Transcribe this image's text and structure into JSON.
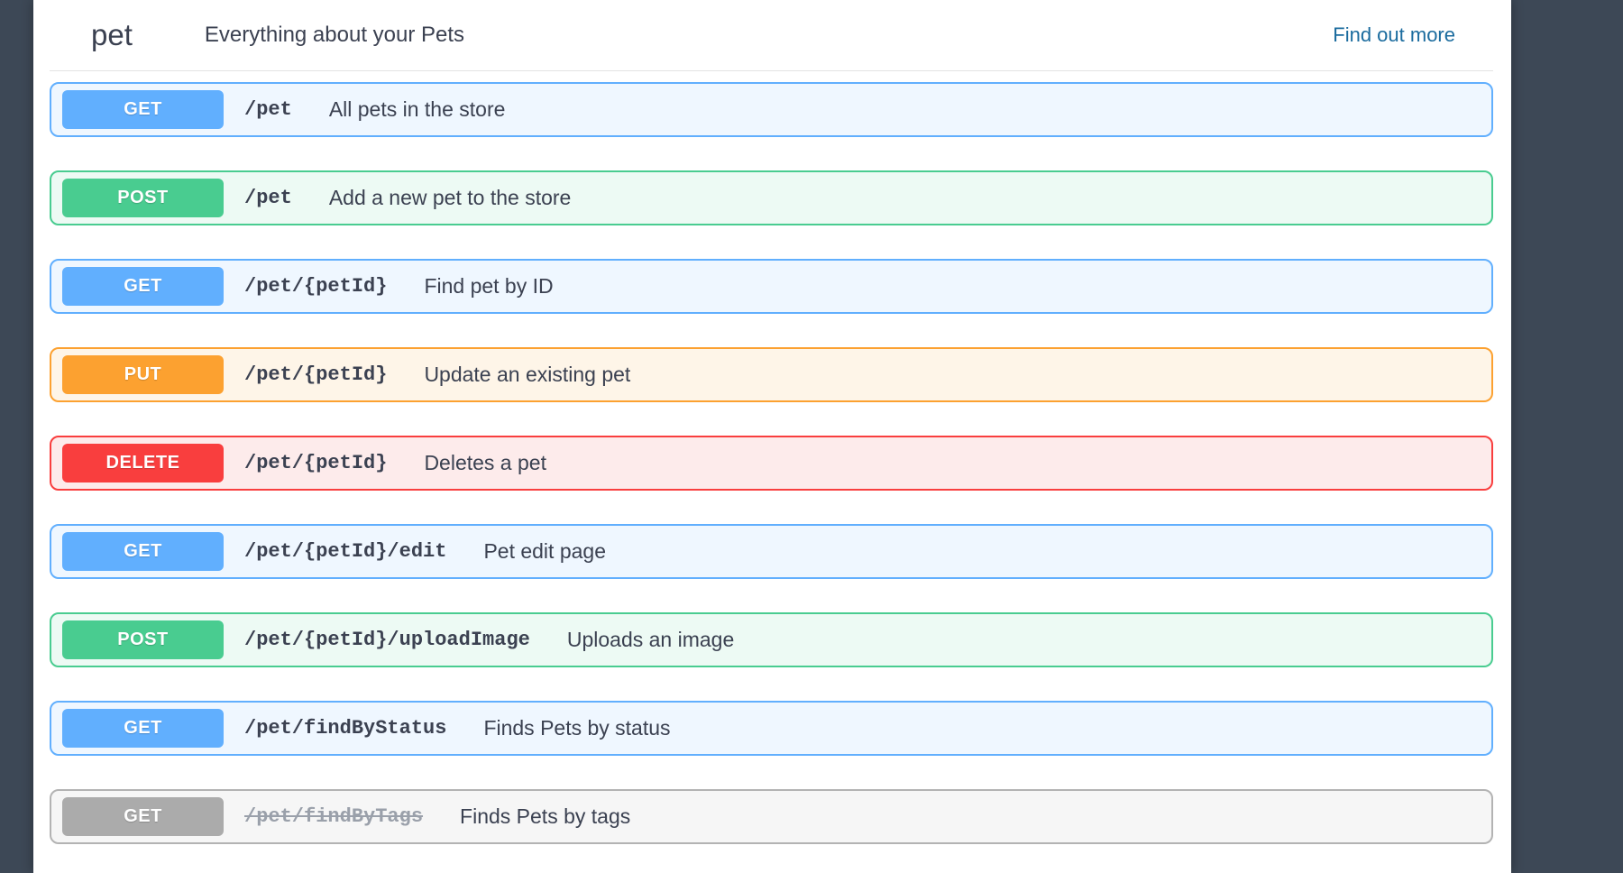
{
  "page": {
    "background_color": "#3d4856",
    "card_background": "#ffffff"
  },
  "header": {
    "tag_name": "pet",
    "tag_description": "Everything about your Pets",
    "external_link_label": "Find out more",
    "link_color": "#1a6b9e"
  },
  "operations": [
    {
      "method": "GET",
      "path": "/pet",
      "summary": "All pets in the store",
      "style": "get",
      "deprecated": false
    },
    {
      "method": "POST",
      "path": "/pet",
      "summary": "Add a new pet to the store",
      "style": "post",
      "deprecated": false
    },
    {
      "method": "GET",
      "path": "/pet/{petId}",
      "summary": "Find pet by ID",
      "style": "get",
      "deprecated": false
    },
    {
      "method": "PUT",
      "path": "/pet/{petId}",
      "summary": "Update an existing pet",
      "style": "put",
      "deprecated": false
    },
    {
      "method": "DELETE",
      "path": "/pet/{petId}",
      "summary": "Deletes a pet",
      "style": "delete",
      "deprecated": false
    },
    {
      "method": "GET",
      "path": "/pet/{petId}/edit",
      "summary": "Pet edit page",
      "style": "get",
      "deprecated": false
    },
    {
      "method": "POST",
      "path": "/pet/{petId}/uploadImage",
      "summary": "Uploads an image",
      "style": "post",
      "deprecated": false
    },
    {
      "method": "GET",
      "path": "/pet/findByStatus",
      "summary": "Finds Pets by status",
      "style": "get",
      "deprecated": false
    },
    {
      "method": "GET",
      "path": "/pet/findByTags",
      "summary": "Finds Pets by tags",
      "style": "deprecated",
      "deprecated": true
    }
  ],
  "colors": {
    "get": {
      "badge": "#61affe",
      "border": "#61affe",
      "bg": "#eff7ff"
    },
    "post": {
      "badge": "#49cc90",
      "border": "#49cc90",
      "bg": "#edfaf4"
    },
    "put": {
      "badge": "#fca130",
      "border": "#fca130",
      "bg": "#fef5e8"
    },
    "delete": {
      "badge": "#f93e3e",
      "border": "#f93e3e",
      "bg": "#fdebeb"
    },
    "deprecated": {
      "badge": "#ababab",
      "border": "#b3b3b3",
      "bg": "#f6f6f6"
    }
  }
}
